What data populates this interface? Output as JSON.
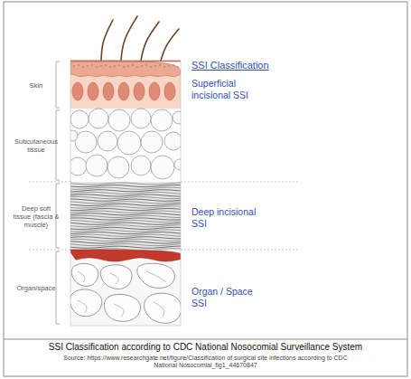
{
  "diagram": {
    "title": "SSI Classification",
    "caption": "SSI Classification according to CDC National Nosocomial Surveillance System",
    "nodes": [
      {
        "text": [
          "Skin"
        ]
      },
      {
        "text": [
          "Subcutaneous tissue"
        ]
      },
      {
        "text": [
          "Deep soft tissue (fascia & muscle)"
        ]
      },
      {
        "text": [
          "Organ/space"
        ]
      }
    ],
    "labels": [
      "Superficial incisional SSI",
      "Deep incisional SSI",
      "Organ / Space SSI",
      "Source: https://www.researchgate.net/figure/Classification of surgical site infections according to CDC National Nosocomial_fig1_44670847"
    ]
  }
}
